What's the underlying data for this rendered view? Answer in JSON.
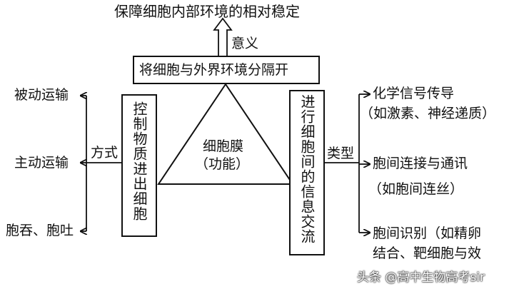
{
  "top_goal": "保障细胞内部环境的相对稳定",
  "meaning_label": "意义",
  "top_box_label": "将细胞与外界环境分隔开",
  "center": {
    "line1": "细胞膜",
    "line2": "（功能）"
  },
  "left_box_label": "控制物质进出细胞",
  "method_label": "方式",
  "left_items": [
    "被动运输",
    "主动运输",
    "胞吞、胞吐"
  ],
  "right_box_label": "进行细胞间的信息交流",
  "type_label": "类型",
  "right_items": [
    {
      "line1": "化学信号传导",
      "line2": "（如激素、神经递质）"
    },
    {
      "line1": "胞间连接与通讯",
      "line2": "（如胞间连丝）"
    },
    {
      "line1": "胞间识别（如精卵",
      "line2": "结合、靶细胞与效"
    }
  ],
  "watermark": "头条 @高中生物高考sir"
}
